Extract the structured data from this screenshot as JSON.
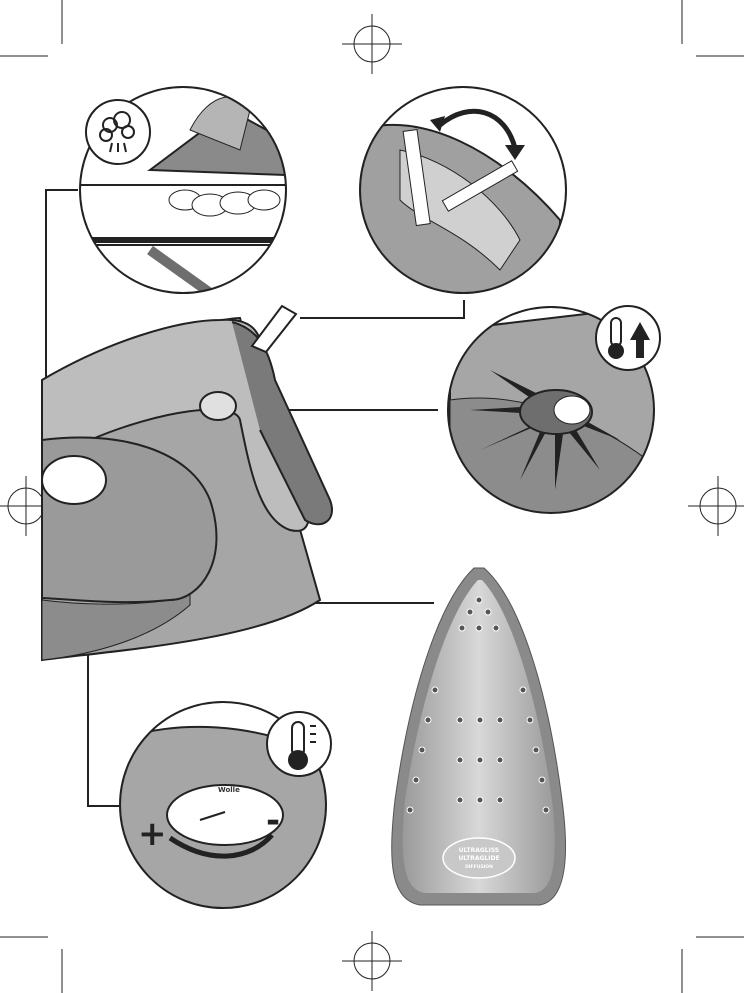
{
  "soleplate": {
    "brand_line1": "ULTRAGLISS",
    "brand_line2": "ULTRAGLIDE",
    "technology": "DIFFUSION"
  },
  "dial": {
    "setting_label": "Wolle"
  },
  "symbols": {
    "plus": "+",
    "minus": "-"
  },
  "colors": {
    "body_gray": "#a6a6a6",
    "dark_gray": "#6e6e6e",
    "light_gray": "#d9d9d9",
    "outline": "#222222"
  },
  "icons": [
    "steam-cloud-icon",
    "thermometer-icon",
    "thermometer-up-arrow-icon",
    "rotate-arrow-icon",
    "registration-mark-icon"
  ]
}
